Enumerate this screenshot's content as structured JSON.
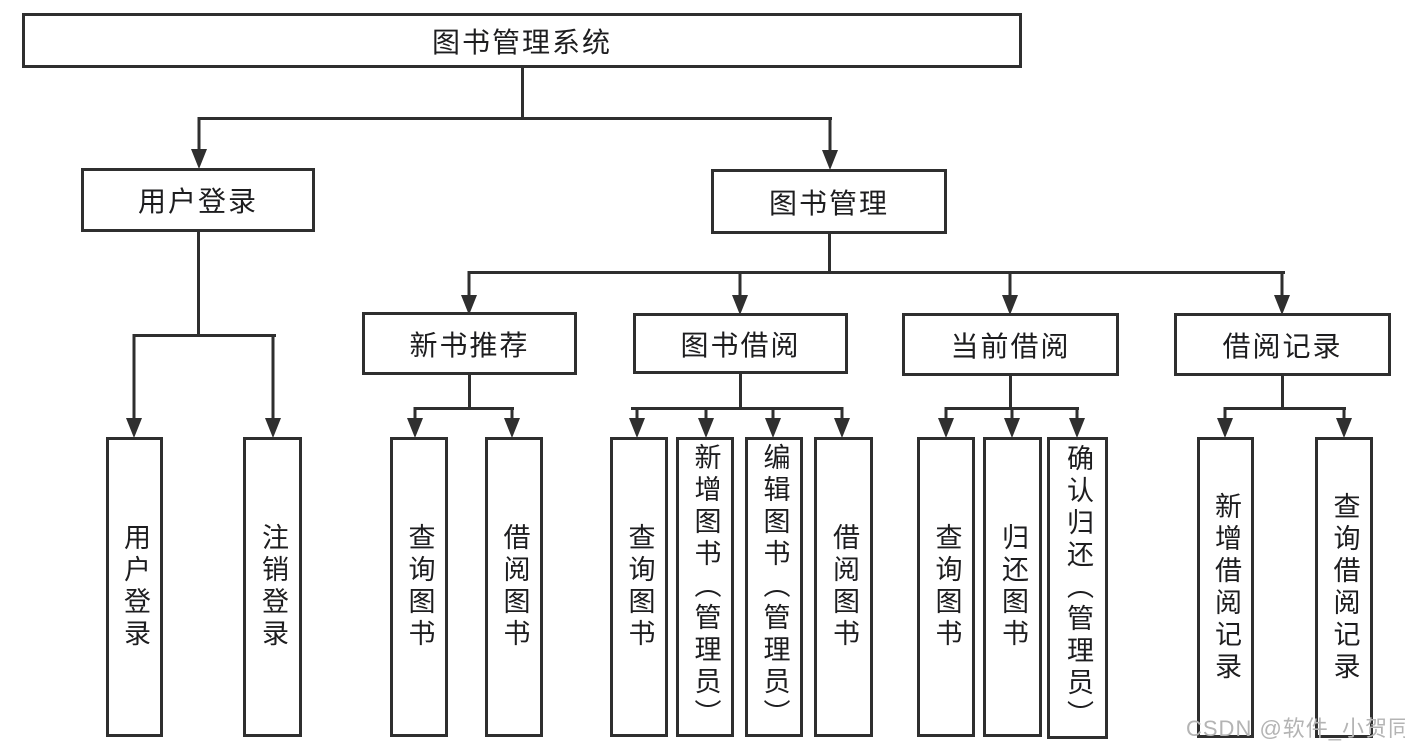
{
  "diagram": {
    "type": "hierarchy-tree",
    "line_color": "#2f2f2f",
    "box_background": "#ffffff",
    "text_color": "#1d1d1f"
  },
  "tree": {
    "label": "图书管理系统",
    "children": [
      {
        "label": "用户登录",
        "children": [
          {
            "label": "用户登录"
          },
          {
            "label": "注销登录"
          }
        ]
      },
      {
        "label": "图书管理",
        "children": [
          {
            "label": "新书推荐",
            "children": [
              {
                "label": "查询图书"
              },
              {
                "label": "借阅图书"
              }
            ]
          },
          {
            "label": "图书借阅",
            "children": [
              {
                "label": "查询图书"
              },
              {
                "label": "新增图书（管理员）"
              },
              {
                "label": "编辑图书（管理员）"
              },
              {
                "label": "借阅图书"
              }
            ]
          },
          {
            "label": "当前借阅",
            "children": [
              {
                "label": "查询图书"
              },
              {
                "label": "归还图书"
              },
              {
                "label": "确认归还（管理员）"
              }
            ]
          },
          {
            "label": "借阅记录",
            "children": [
              {
                "label": "新增借阅记录"
              },
              {
                "label": "查询借阅记录"
              }
            ]
          }
        ]
      }
    ]
  },
  "watermark": "CSDN @软件_小贺同学"
}
